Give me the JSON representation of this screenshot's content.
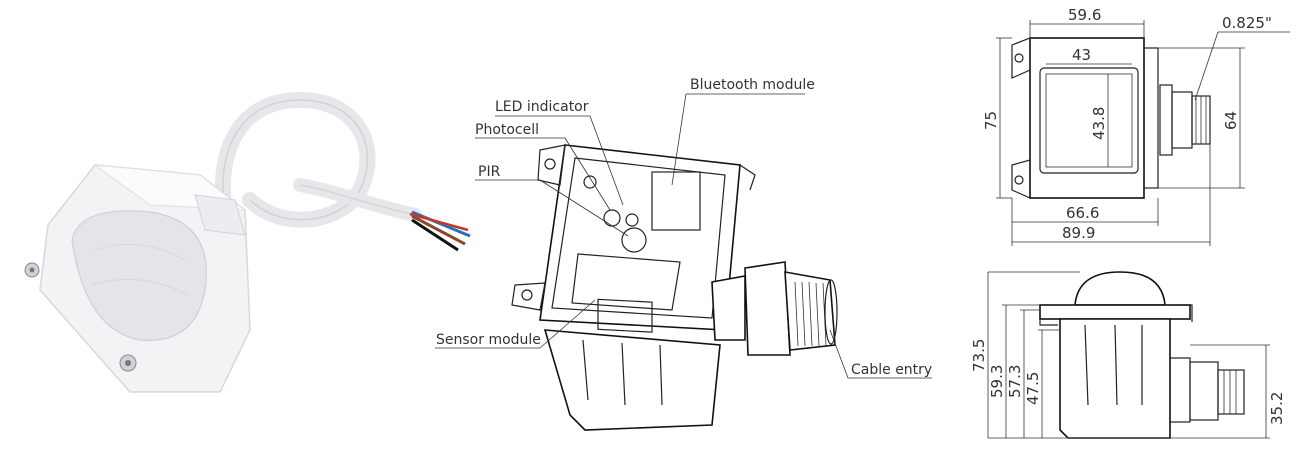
{
  "callouts": {
    "bluetooth_module": "Bluetooth module",
    "led_indicator": "LED indicator",
    "photocell": "Photocell",
    "pir": "PIR",
    "sensor_module": "Sensor module",
    "cable_entry": "Cable entry"
  },
  "dimensions_top": {
    "width_outer": "59.6",
    "thread": "0.825\"",
    "window_width": "43",
    "height": "75",
    "window_height": "43.8",
    "body_height": "64",
    "base_width": "66.6",
    "total_width": "89.9"
  },
  "dimensions_side": {
    "h1": "73.5",
    "h2": "59.3",
    "h3": "57.3",
    "h4": "47.5",
    "h5": "35.2"
  },
  "colors": {
    "line": "#222222",
    "housing": "#f4f5f6",
    "wire_blue": "#2b6fb8",
    "wire_brown": "#8b4a2b",
    "wire_black": "#111111",
    "wire_red": "#c0392b"
  }
}
